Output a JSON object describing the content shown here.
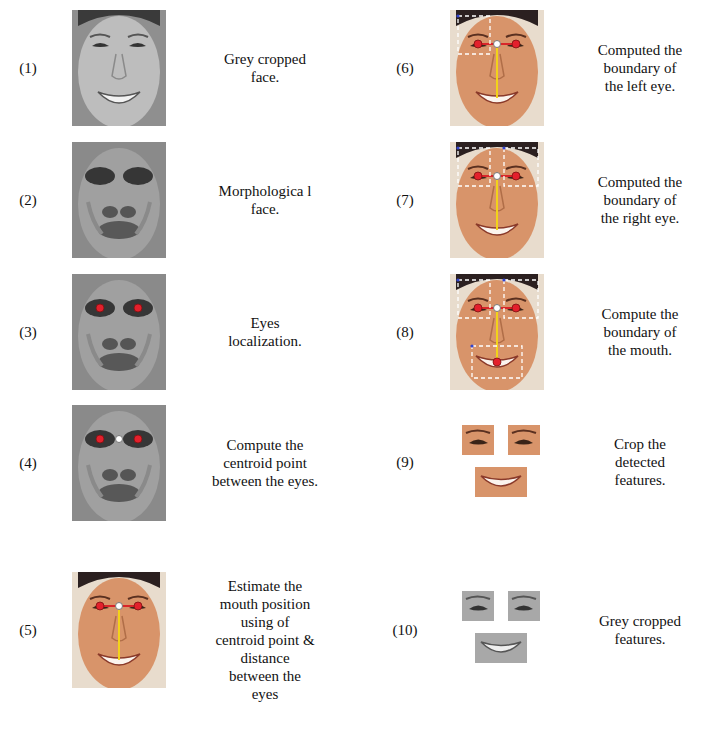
{
  "diagram": {
    "labels": [
      "(1)",
      "Grey cropped face.",
      "(2)",
      "Morphologica l face.",
      "(3)",
      "Eyes localization.",
      "(4)",
      "Compute the centroid point between the eyes.",
      "(5)",
      "Estimate the mouth position using of centroid point & distance between the eyes",
      "(6)",
      "Computed the boundary of the left eye.",
      "(7)",
      "Computed the boundary of the right eye.",
      "(8)",
      "Compute the boundary of the mouth.",
      "(9)",
      "Crop the detected features.",
      "(10)",
      "Grey cropped features."
    ]
  }
}
